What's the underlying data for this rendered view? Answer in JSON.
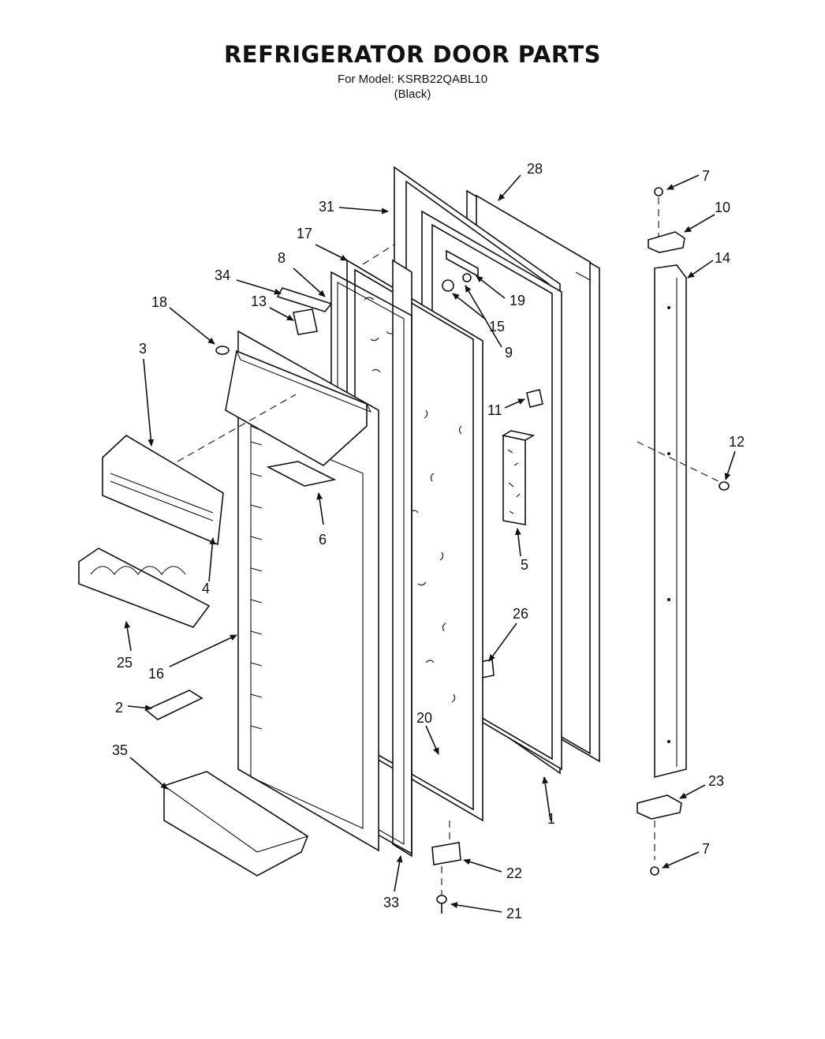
{
  "header": {
    "title": "REFRIGERATOR DOOR PARTS",
    "model": "For Model: KSRB22QABL10",
    "variant": "(Black)"
  },
  "callouts": [
    "1",
    "2",
    "3",
    "4",
    "5",
    "6",
    "7",
    "8",
    "9",
    "10",
    "11",
    "12",
    "13",
    "14",
    "15",
    "16",
    "17",
    "18",
    "19",
    "20",
    "21",
    "22",
    "23",
    "25",
    "26",
    "28",
    "31",
    "33",
    "34",
    "35"
  ]
}
